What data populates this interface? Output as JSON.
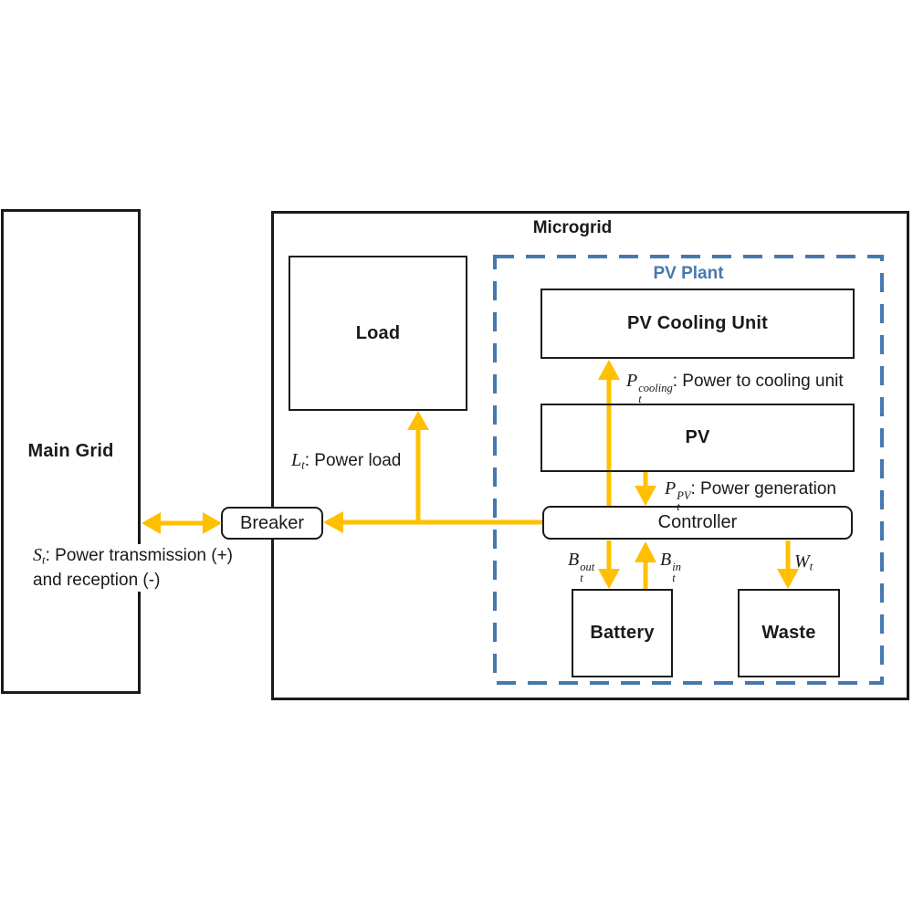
{
  "colors": {
    "arrow": "#FFC000",
    "pv_plant": "#4678B0",
    "border": "#1a1a1a"
  },
  "boxes": {
    "main_grid": {
      "label": "Main Grid"
    },
    "microgrid": {
      "label": "Microgrid"
    },
    "load": {
      "label": "Load"
    },
    "pv_plant": {
      "label": "PV Plant"
    },
    "pv_cooling_unit": {
      "label": "PV Cooling Unit"
    },
    "pv": {
      "label": "PV"
    },
    "controller": {
      "label": "Controller"
    },
    "breaker": {
      "label": "Breaker"
    },
    "battery": {
      "label": "Battery"
    },
    "waste": {
      "label": "Waste"
    }
  },
  "flow_labels": {
    "grid_exchange": {
      "base": "S",
      "sub": "t",
      "rest": ":  Power transmission (+)",
      "line2": "and reception (-)"
    },
    "power_load": {
      "base": "L",
      "sub": "t",
      "rest": ": Power load"
    },
    "power_to_cooling": {
      "base": "P",
      "sub": "t",
      "sup": "cooling",
      "rest": ": Power to cooling unit"
    },
    "power_generation": {
      "base": "P",
      "sub": "t",
      "sup": "PV",
      "rest": ": Power generation"
    },
    "battery_out": {
      "base": "B",
      "sub": "t",
      "sup": "out"
    },
    "battery_in": {
      "base": "B",
      "sub": "t",
      "sup": "in"
    },
    "waste_power": {
      "base": "W",
      "sub": "t"
    }
  }
}
